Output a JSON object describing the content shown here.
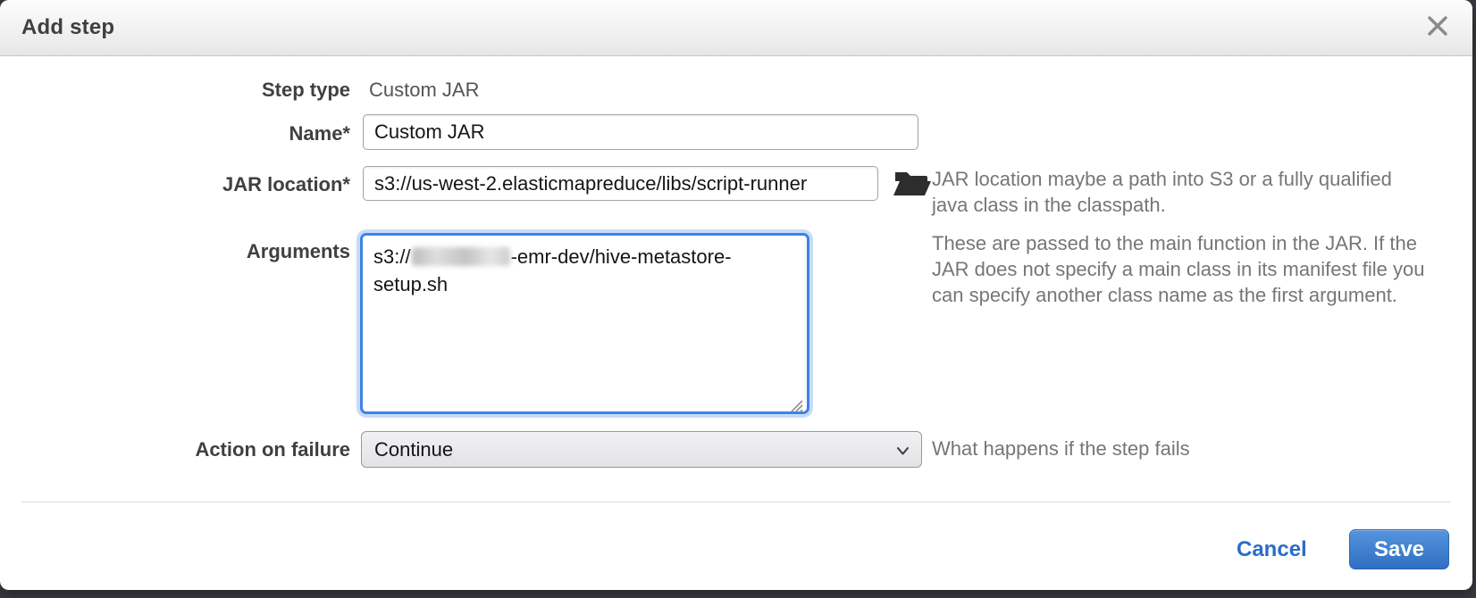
{
  "dialog": {
    "title": "Add step"
  },
  "form": {
    "step_type": {
      "label": "Step type",
      "value": "Custom JAR"
    },
    "name": {
      "label": "Name*",
      "value": "Custom JAR"
    },
    "jar_location": {
      "label": "JAR location*",
      "value": "s3://us-west-2.elasticmapreduce/libs/script-runner",
      "help": "JAR location maybe a path into S3 or a fully qualified java class in the classpath."
    },
    "arguments": {
      "label": "Arguments",
      "value_line1_prefix": "s3://",
      "value_redacted": true,
      "value_line1_suffix": "-emr-dev/hive-metastore-",
      "value_line2": "setup.sh",
      "help": "These are passed to the main function in the JAR. If the JAR does not specify a main class in its manifest file you can specify another class name as the first argument."
    },
    "action_on_failure": {
      "label": "Action on failure",
      "value": "Continue",
      "help": "What happens if the step fails"
    }
  },
  "footer": {
    "cancel_label": "Cancel",
    "save_label": "Save"
  },
  "icons": {
    "close": "close-icon",
    "folder": "browse-s3-folder-icon",
    "chevron": "chevron-down-icon",
    "resize": "resize-grip-icon"
  },
  "colors": {
    "link_blue": "#2a6cc8",
    "save_button_top": "#5694dd",
    "save_button_bottom": "#2f6fc3",
    "focus_ring_blue": "#3e82e8",
    "backdrop_dark": "#383b42"
  }
}
